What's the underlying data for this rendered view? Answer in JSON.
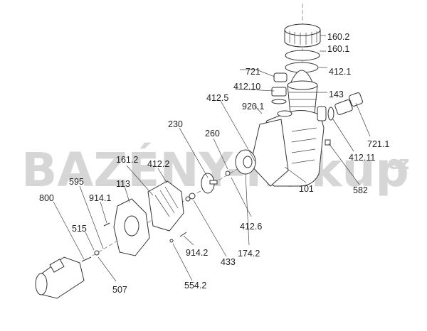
{
  "watermark": {
    "main": "BAZÉNY-nakup",
    "suffix": ".cz"
  },
  "labels": [
    "160.2",
    "160.1",
    "721",
    "412.1",
    "412.10",
    "143",
    "412.5",
    "920.1",
    "230",
    "260",
    "161.2",
    "412.2",
    "113",
    "595",
    "914.1",
    "800",
    "515",
    "507",
    "554.2",
    "914.2",
    "433",
    "412.6",
    "174.2",
    "101",
    "582",
    "412.11",
    "721.1"
  ]
}
